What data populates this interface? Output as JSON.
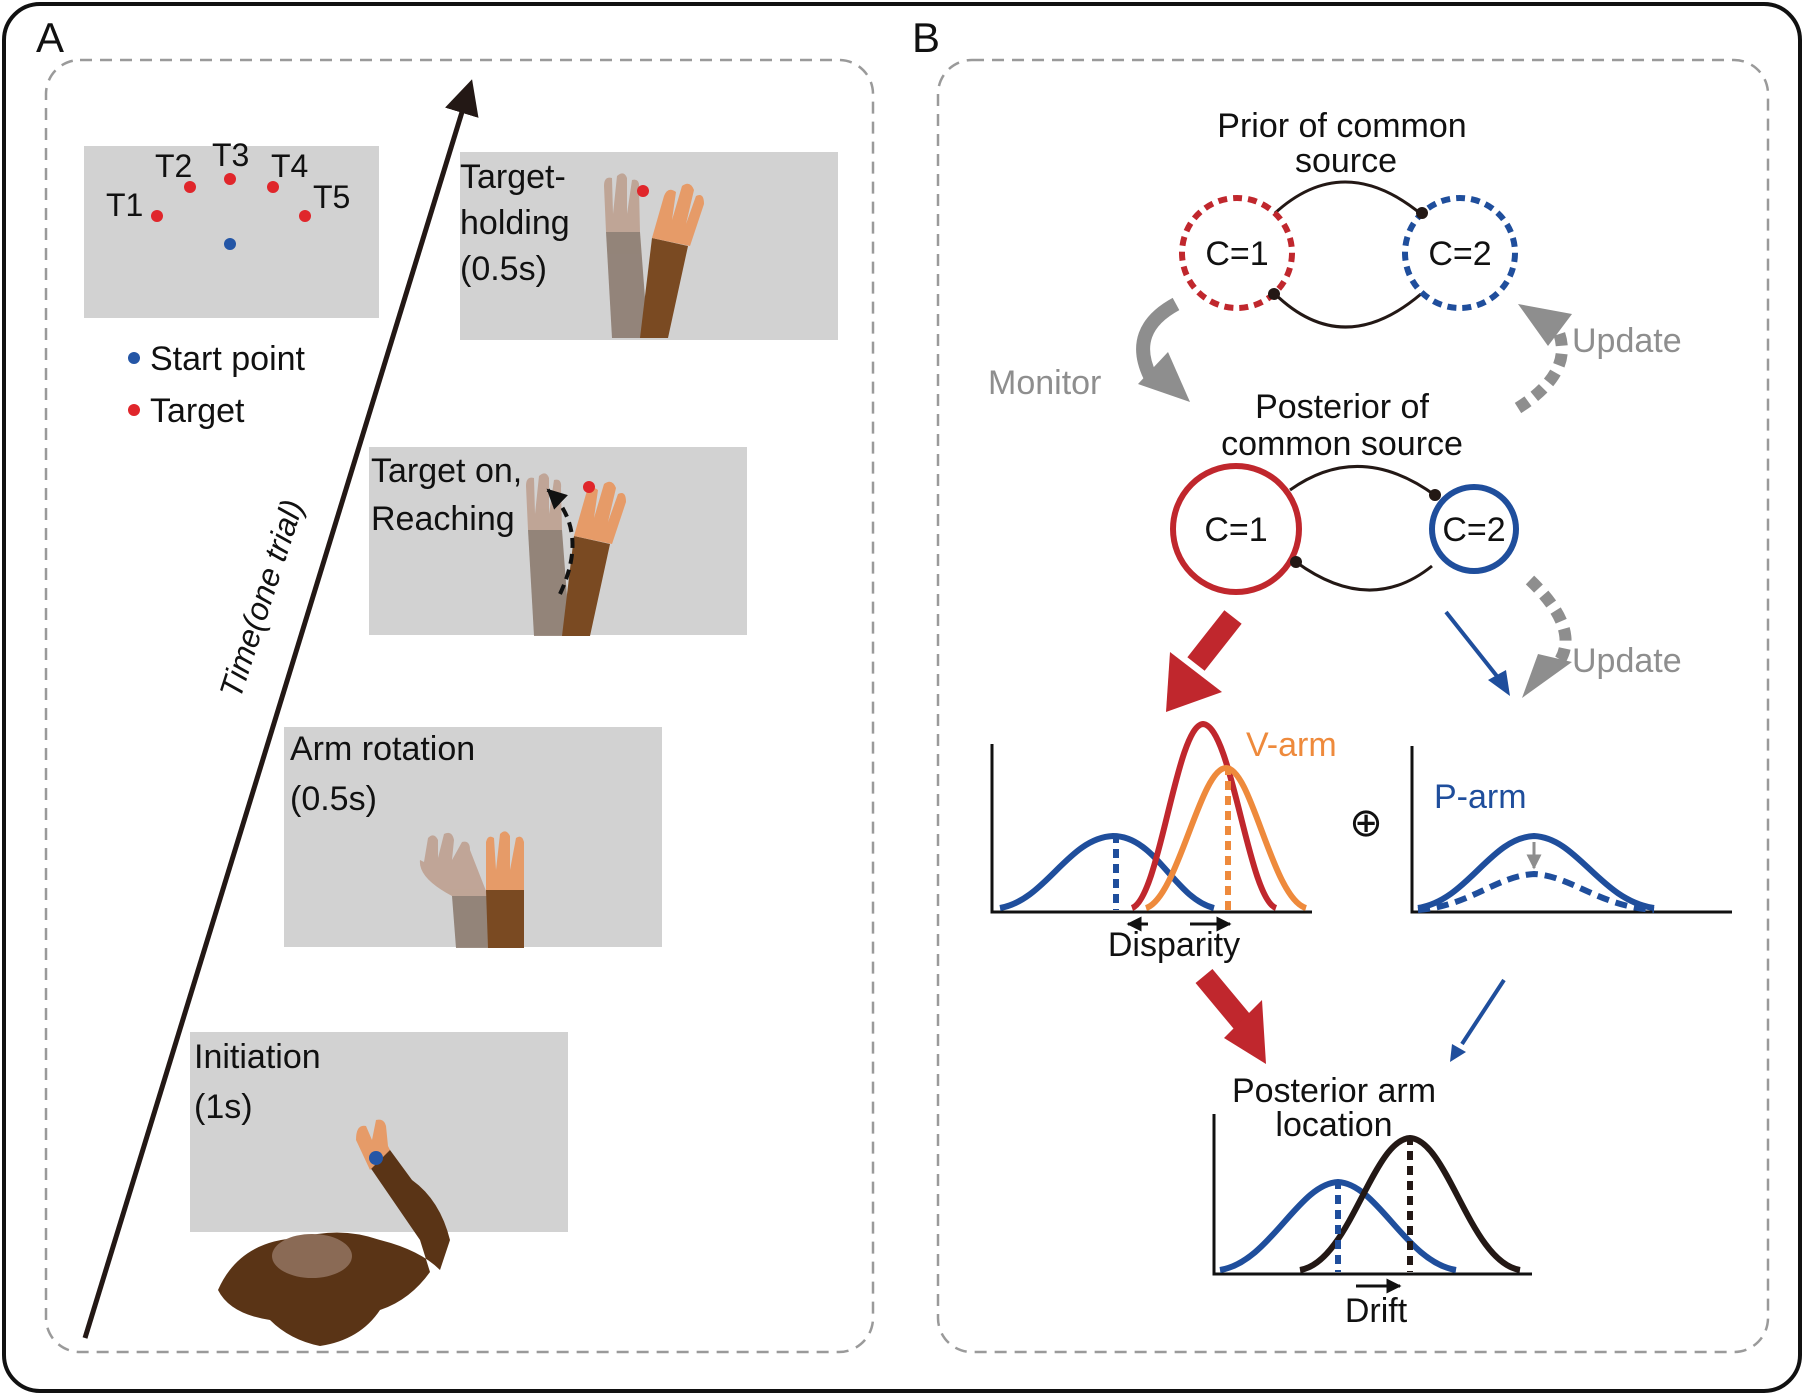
{
  "panels": {
    "a": {
      "letter": "A",
      "time_axis_label": "Time(one trial)",
      "targets_map": {
        "targets": [
          "T1",
          "T2",
          "T3",
          "T4",
          "T5"
        ],
        "legend": {
          "start": "Start point",
          "target": "Target"
        }
      },
      "stages": [
        {
          "line1": "Target-",
          "line2": "holding",
          "line3": "(0.5s)"
        },
        {
          "line1": "Target on,",
          "line2": "Reaching"
        },
        {
          "line1": "Arm rotation",
          "line2": "(0.5s)"
        },
        {
          "line1": "Initiation",
          "line2": "(1s)"
        }
      ]
    },
    "b": {
      "letter": "B",
      "prior": {
        "title_line1": "Prior of  common",
        "title_line2": "source",
        "c1": "C=1",
        "c2": "C=2"
      },
      "posterior": {
        "title_line1": "Posterior of",
        "title_line2": "common source",
        "c1": "C=1",
        "c2": "C=2"
      },
      "monitor_label": "Monitor",
      "update_label": "Update",
      "v_arm_label": "V-arm",
      "p_arm_label": "P-arm",
      "combine_symbol": "⊕",
      "disparity_label": "Disparity",
      "drift_label": "Drift",
      "final": {
        "title_line1": "Posterior arm",
        "title_line2": "location"
      }
    }
  },
  "colors": {
    "red": "#c0272d",
    "blue": "#1f4e9c",
    "orange": "#ee8a3c",
    "gray": "#8e8e8e",
    "panel_gray": "#d2d2d2",
    "target_red": "#e0262b",
    "start_blue": "#2456a6"
  }
}
